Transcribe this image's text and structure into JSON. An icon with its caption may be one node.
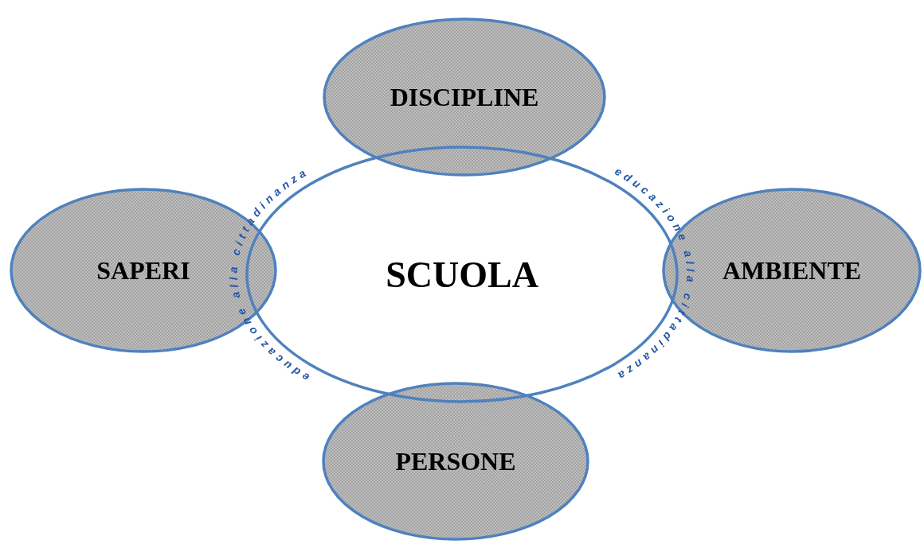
{
  "diagram": {
    "nodes": [
      {
        "text": [
          "DISCIPLINE"
        ]
      },
      {
        "text": [
          "SAPERI"
        ]
      },
      {
        "text": [
          "SCUOLA"
        ]
      },
      {
        "text": [
          "AMBIENTE"
        ]
      },
      {
        "text": [
          "PERSONE"
        ]
      }
    ],
    "labels": [
      "educazione alla cittadinanza",
      "educazione alla cittadinanza"
    ]
  }
}
